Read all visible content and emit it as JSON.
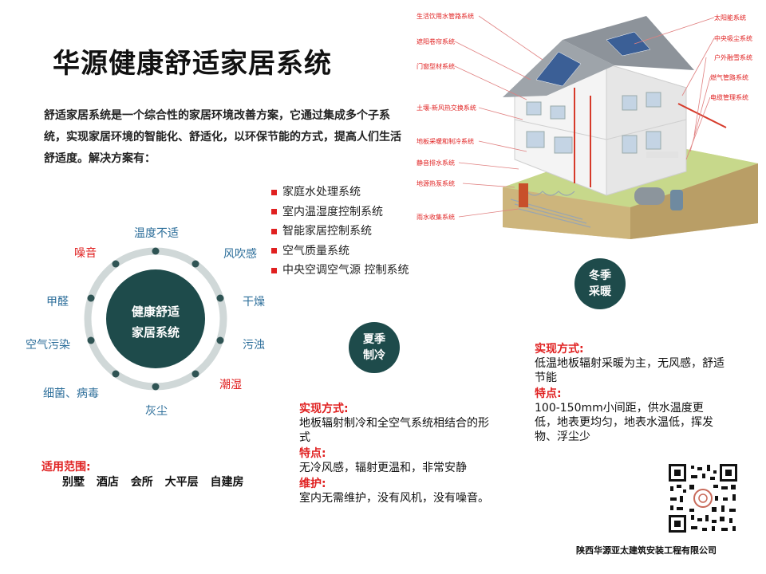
{
  "title": "华源健康舒适家居系统",
  "intro": "舒适家居系统是一个综合性的家居环境改善方案，它通过集成多个子系统，实现家居环境的智能化、舒适化，以环保节能的方式，提高人们生活舒适度。解决方案有：",
  "solutions": [
    "家庭水处理系统",
    "室内温湿度控制系统",
    "智能家居控制系统",
    "空气质量系统",
    "中央空调空气源 控制系统"
  ],
  "house_callouts_left": [
    "生活饮用水管路系统",
    "遮阳卷帘系统",
    "门窗型材系统",
    "土壤-新风热交换系统",
    "地板采暖和制冷系统",
    "静音排水系统",
    "地源热泵系统",
    "雨水收集系统"
  ],
  "house_callouts_right": [
    "太阳能系统",
    "中央吸尘系统",
    "户外融雪系统",
    "燃气管路系统",
    "电缆管理系统"
  ],
  "wheel": {
    "center": [
      "健康舒适",
      "家居系统"
    ],
    "labels": {
      "top": "温度不适",
      "noise": "噪音",
      "wind": "风吹感",
      "formaldehyde": "甲醛",
      "dry": "干燥",
      "air_pollution": "空气污染",
      "turbid": "污浊",
      "bacteria": "细菌、病毒",
      "humid": "潮湿",
      "dust": "灰尘"
    },
    "colors": {
      "dark": "#1e4b4b",
      "ring": "#d0d8d8",
      "red": "#e02020",
      "blue": "#2c6e9a"
    }
  },
  "summer": {
    "badge": [
      "夏季",
      "制冷"
    ],
    "method_h": "实现方式:",
    "method": "地板辐射制冷和全空气系统相结合的形式",
    "feature_h": "特点:",
    "feature": "无冷风感，辐射更温和，非常安静",
    "maint_h": "维护:",
    "maint": "室内无需维护，没有风机，没有噪音。"
  },
  "winter": {
    "badge": [
      "冬季",
      "采暖"
    ],
    "method_h": "实现方式:",
    "method": "低温地板辐射采暖为主，无风感，舒适节能",
    "feature_h": "特点:",
    "feature": "100-150mm小间距，供水温度更低，地表更均匀，地表水温低，挥发物、浮尘少"
  },
  "scope": {
    "title": "适用范围:",
    "items": "别墅 酒店 会所 大平层 自建房"
  },
  "company": "陕西华源亚太建筑安装工程有限公司"
}
